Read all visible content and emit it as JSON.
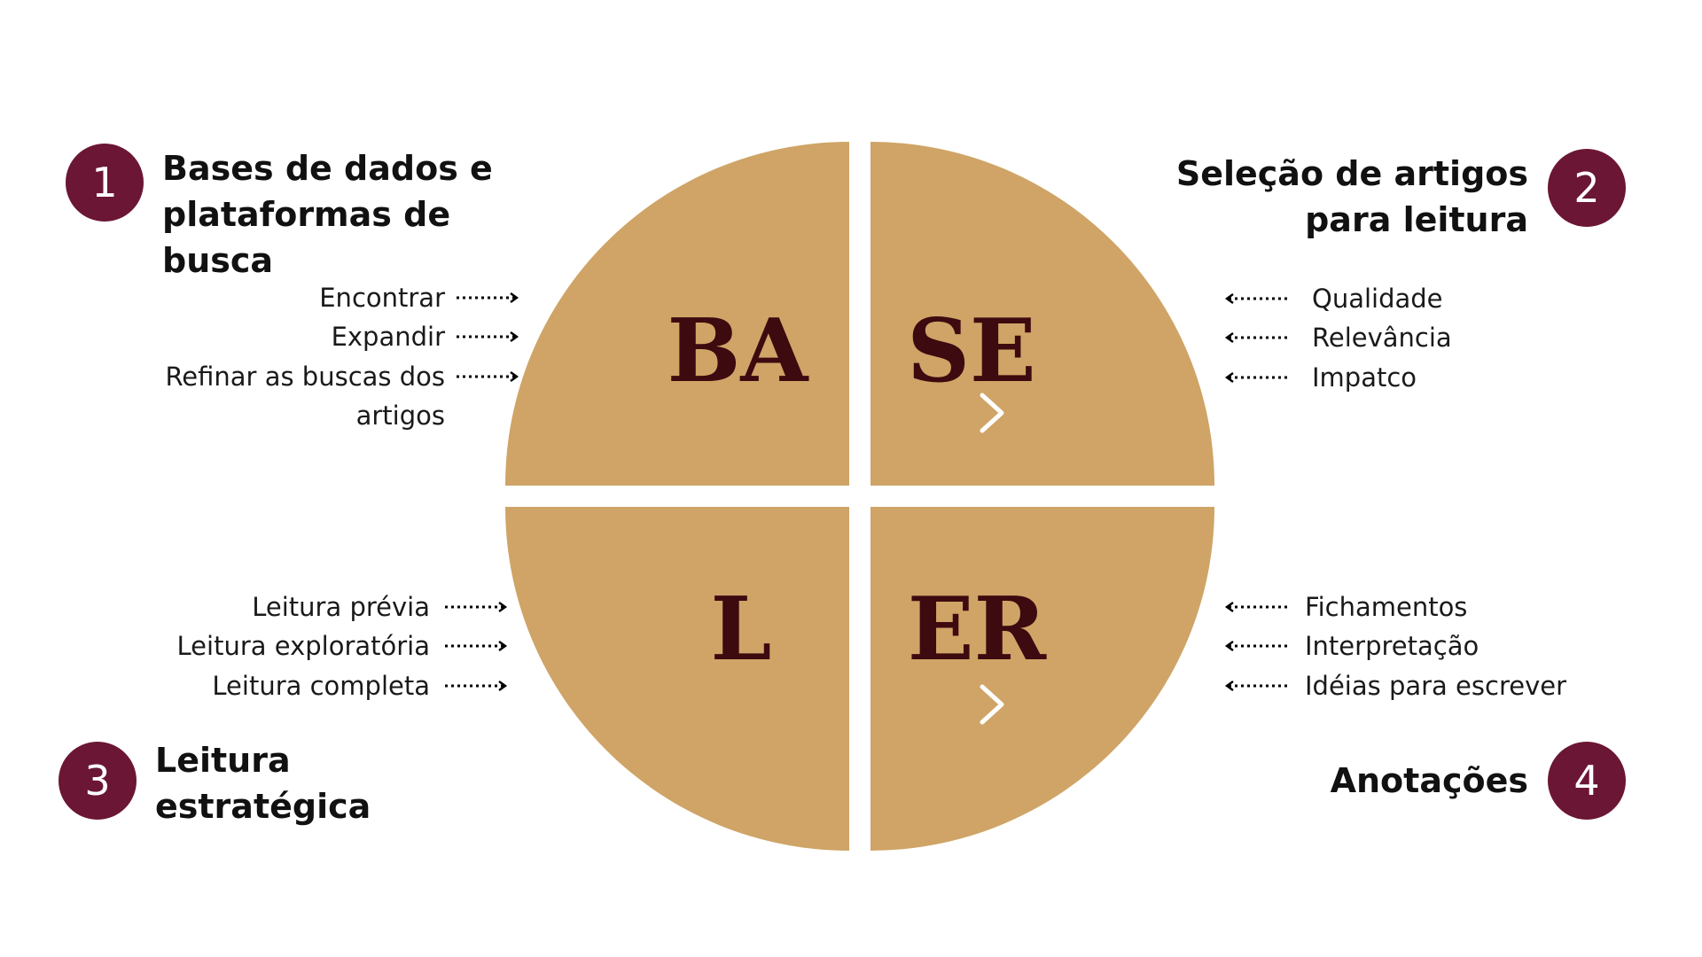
{
  "colors": {
    "quadrant": "#cfa466",
    "quadrant_letters": "#3d0a10",
    "badge": "#6b1634",
    "badge_text": "#ffffff",
    "divider": "#ffffff",
    "arrow": "#000000"
  },
  "quadrants": {
    "top_left": "BA",
    "top_right": "SE",
    "bottom_left": "L",
    "bottom_right": "ER"
  },
  "steps": [
    {
      "number": "1",
      "title_lines": [
        "Bases de dados e",
        "plataformas de",
        "busca"
      ],
      "items": [
        "Encontrar",
        "Expandir",
        "Refinar as buscas dos",
        "artigos"
      ]
    },
    {
      "number": "2",
      "title_lines": [
        "Seleção de artigos",
        "para leitura"
      ],
      "items": [
        "Qualidade",
        "Relevância",
        "Impatco"
      ]
    },
    {
      "number": "3",
      "title_lines": [
        "Leitura",
        "estratégica"
      ],
      "items": [
        "Leitura prévia",
        "Leitura exploratória",
        "Leitura completa"
      ]
    },
    {
      "number": "4",
      "title_lines": [
        "Anotações"
      ],
      "items": [
        "Fichamentos",
        "Interpretação",
        "Idéias para escrever"
      ]
    }
  ]
}
